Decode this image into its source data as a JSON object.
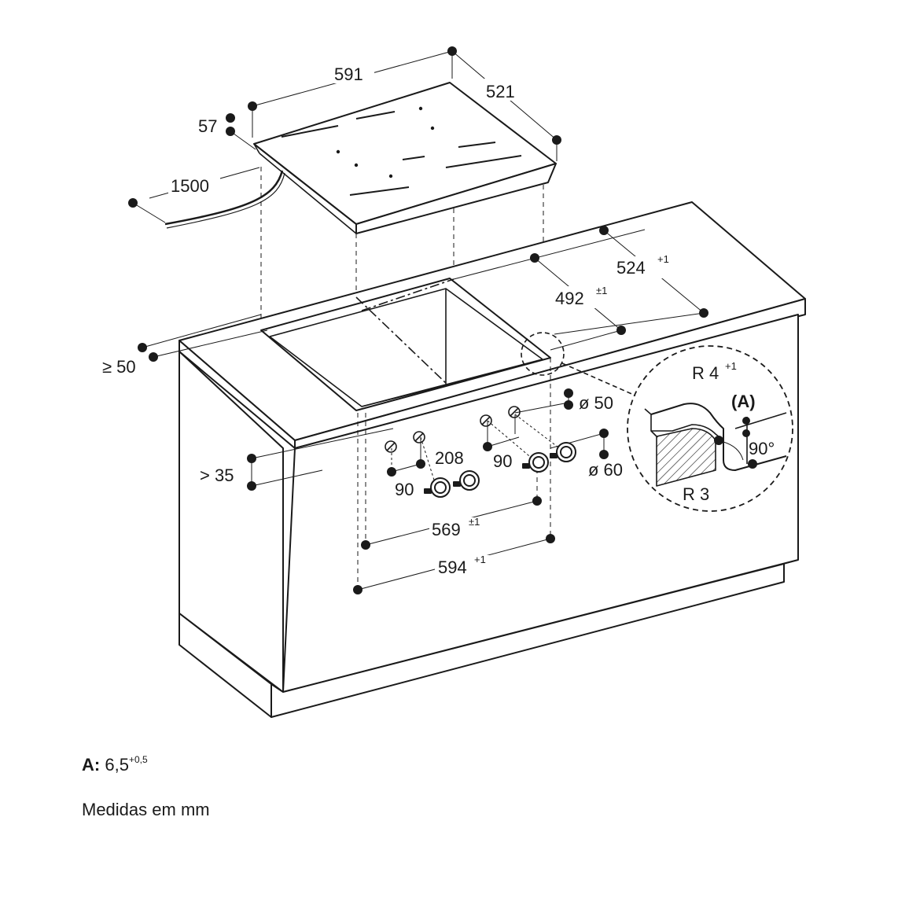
{
  "dimensions": {
    "hob_width": "591",
    "hob_depth": "521",
    "hob_height": "57",
    "cable_length": "1500",
    "cutout_width_main": "524",
    "cutout_width_main_tol": "+1",
    "cutout_depth": "492",
    "cutout_depth_tol": "±1",
    "front_clearance": "≥ 50",
    "knob_hole_dia_small": "ø 50",
    "knob_hole_dia_large": "ø 60",
    "knob_spacing_mid": "208",
    "knob_spacing_left": "90",
    "knob_spacing_right": "90",
    "panel_offset": "> 35",
    "panel_width_inner": "569",
    "panel_width_inner_tol": "±1",
    "panel_width_outer": "594",
    "panel_width_outer_tol": "+1"
  },
  "detail": {
    "radius_top": "R 4",
    "radius_top_tol": "+1",
    "radius_bottom": "R 3",
    "angle": "90°",
    "marker": "(A)"
  },
  "notes": {
    "a_label": "A:",
    "a_value": "6,5",
    "a_tol": "+0,5",
    "units": "Medidas em mm"
  }
}
